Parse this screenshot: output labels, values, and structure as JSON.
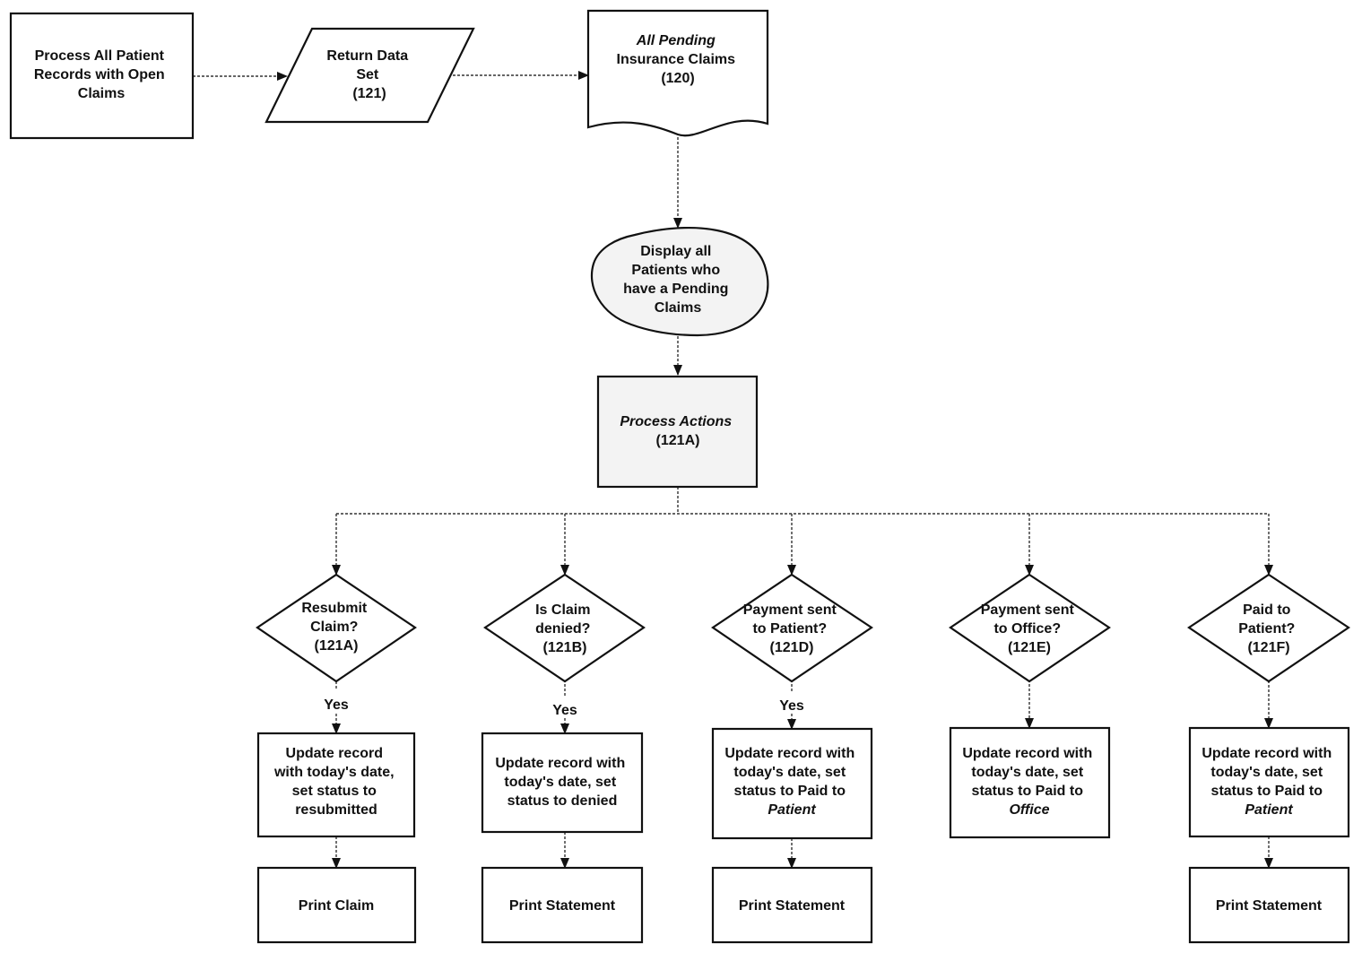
{
  "nodes": {
    "process_all": {
      "lines": [
        "Process All Patient",
        "Records with Open",
        "Claims"
      ]
    },
    "return_data": {
      "lines": [
        "Return Data",
        "Set",
        "(121)"
      ]
    },
    "pending_claims": {
      "lines": [
        "All Pending",
        "Insurance Claims",
        "(120)"
      ]
    },
    "display_patients": {
      "lines": [
        "Display all",
        "Patients who",
        "have a Pending",
        "Claims"
      ]
    },
    "process_actions": {
      "lines": [
        "Process Actions",
        "(121A)"
      ]
    },
    "resubmit_claim": {
      "lines": [
        "Resubmit",
        "Claim?",
        "(121A)"
      ]
    },
    "claim_denied": {
      "lines": [
        "Is Claim",
        "denied?",
        "(121B)"
      ]
    },
    "payment_patient": {
      "lines": [
        "Payment sent",
        "to Patient?",
        "(121D)"
      ]
    },
    "payment_office": {
      "lines": [
        "Payment sent",
        "to Office?",
        "(121E)"
      ]
    },
    "paid_patient": {
      "lines": [
        "Paid to",
        "Patient?",
        "(121F)"
      ]
    },
    "update_resubmitted": {
      "lines": [
        "Update record",
        "with today's date,",
        "set status to",
        "resubmitted"
      ]
    },
    "update_denied": {
      "lines": [
        "Update record with",
        "today's date, set",
        "status to denied"
      ]
    },
    "update_paid_patient_1": {
      "lines": [
        "Update record with",
        "today's date, set",
        "status to Paid to",
        "Patient"
      ]
    },
    "update_paid_office": {
      "lines": [
        "Update record with",
        "today's date, set",
        "status to Paid to",
        "Office"
      ]
    },
    "update_paid_patient_2": {
      "lines": [
        "Update record with",
        "today's date, set",
        "status to Paid to",
        "Patient"
      ]
    },
    "print_claim": {
      "lines": [
        "Print Claim"
      ]
    },
    "print_statement_1": {
      "lines": [
        "Print Statement"
      ]
    },
    "print_statement_2": {
      "lines": [
        "Print Statement"
      ]
    },
    "print_statement_3": {
      "lines": [
        "Print Statement"
      ]
    }
  },
  "edge_labels": {
    "yes_resubmit": "Yes",
    "yes_denied": "Yes",
    "yes_payment_patient": "Yes"
  }
}
